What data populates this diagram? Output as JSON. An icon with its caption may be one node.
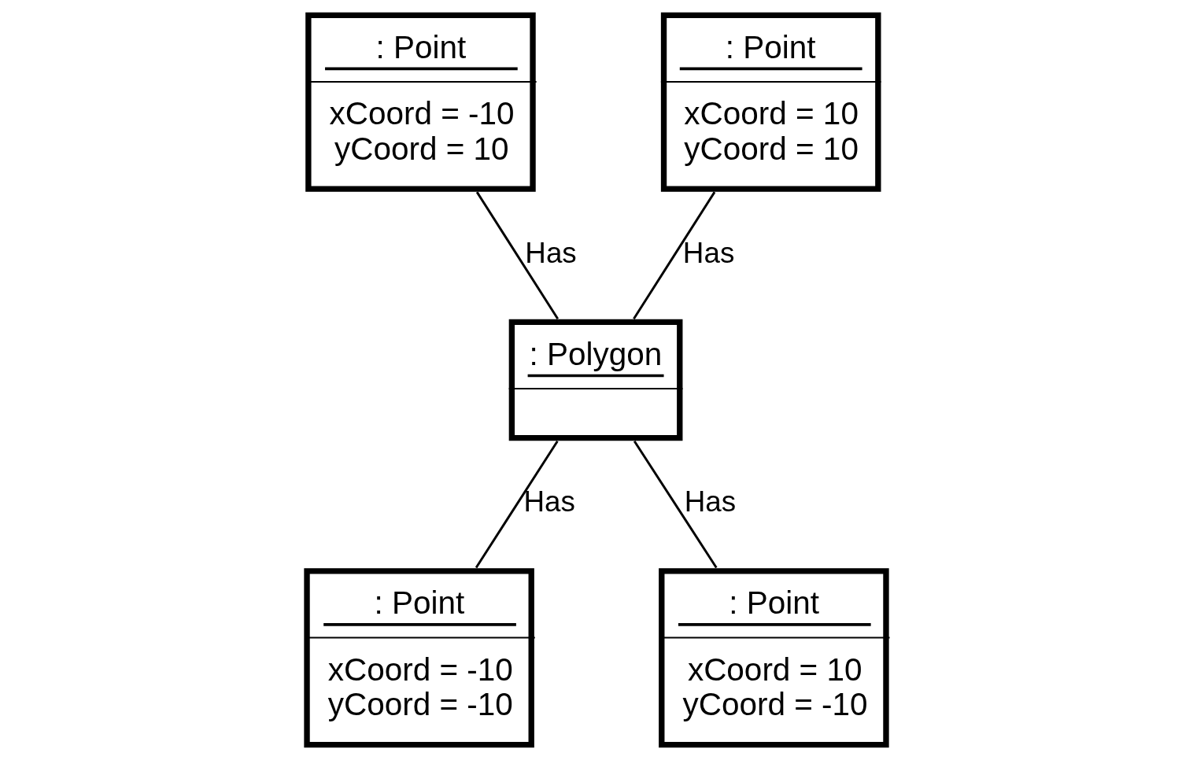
{
  "diagram": {
    "nodes": [
      {
        "text": [
          ": Point",
          "xCoord = -10",
          "yCoord = 10"
        ]
      },
      {
        "text": [
          ": Point",
          "xCoord = 10",
          "yCoord = 10"
        ]
      },
      {
        "text": [
          ": Polygon"
        ]
      },
      {
        "text": [
          ": Point",
          "xCoord = -10",
          "yCoord = -10"
        ]
      },
      {
        "text": [
          ": Point",
          "xCoord = 10",
          "yCoord = -10"
        ]
      }
    ],
    "edges": [
      {
        "from": 0,
        "to": 2,
        "arrow": "none",
        "label": "Has"
      },
      {
        "from": 1,
        "to": 2,
        "arrow": "none",
        "label": "Has"
      },
      {
        "from": 2,
        "to": 3,
        "arrow": "none",
        "label": "Has"
      },
      {
        "from": 2,
        "to": 4,
        "arrow": "none",
        "label": "Has"
      }
    ]
  }
}
